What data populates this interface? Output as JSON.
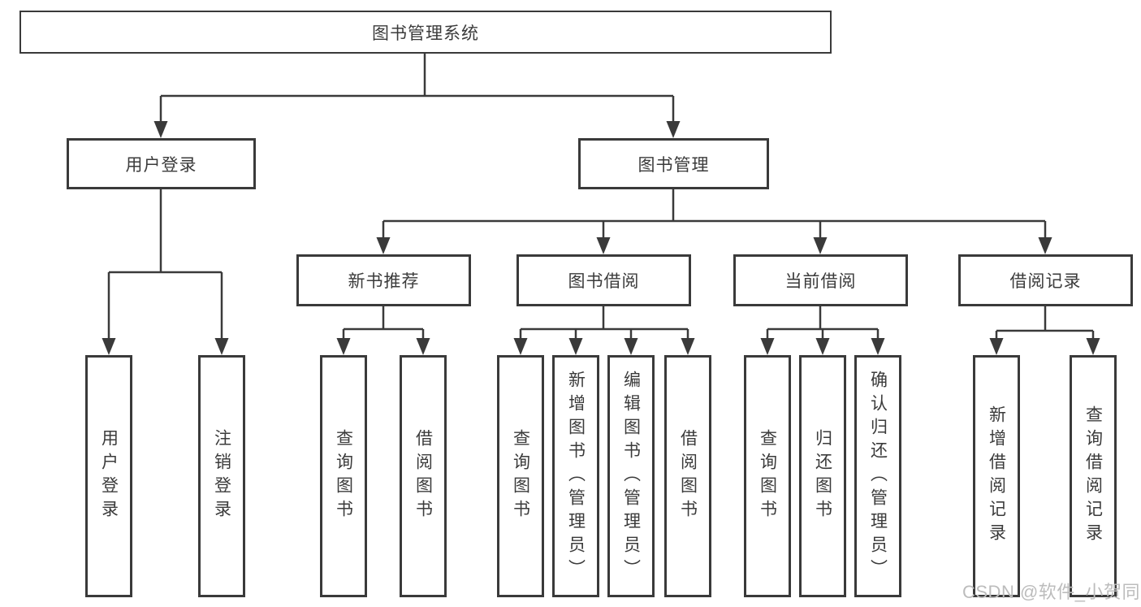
{
  "diagram": {
    "root": {
      "label": "图书管理系统"
    },
    "level2": [
      {
        "id": "user-login",
        "label": "用户登录"
      },
      {
        "id": "book-management",
        "label": "图书管理"
      }
    ],
    "level3": [
      {
        "id": "new-book-recommend",
        "label": "新书推荐"
      },
      {
        "id": "book-borrowing",
        "label": "图书借阅"
      },
      {
        "id": "current-borrowing",
        "label": "当前借阅"
      },
      {
        "id": "borrowing-records",
        "label": "借阅记录"
      }
    ],
    "leaves": {
      "user_login": [
        "用户登录",
        "注销登录"
      ],
      "new_book_recommend": [
        "查询图书",
        "借阅图书"
      ],
      "book_borrowing": [
        "查询图书",
        "新增图书（管理员）",
        "编辑图书（管理员）",
        "借阅图书"
      ],
      "current_borrowing": [
        "查询图书",
        "归还图书",
        "确认归还（管理员）"
      ],
      "borrowing_records": [
        "新增借阅记录",
        "查询借阅记录"
      ]
    }
  },
  "watermark": "CSDN @软件_小贺同学",
  "colors": {
    "line": "#3a3a3a",
    "text": "#3b3b3b",
    "watermark": "#bcbcbc",
    "background": "#ffffff"
  }
}
